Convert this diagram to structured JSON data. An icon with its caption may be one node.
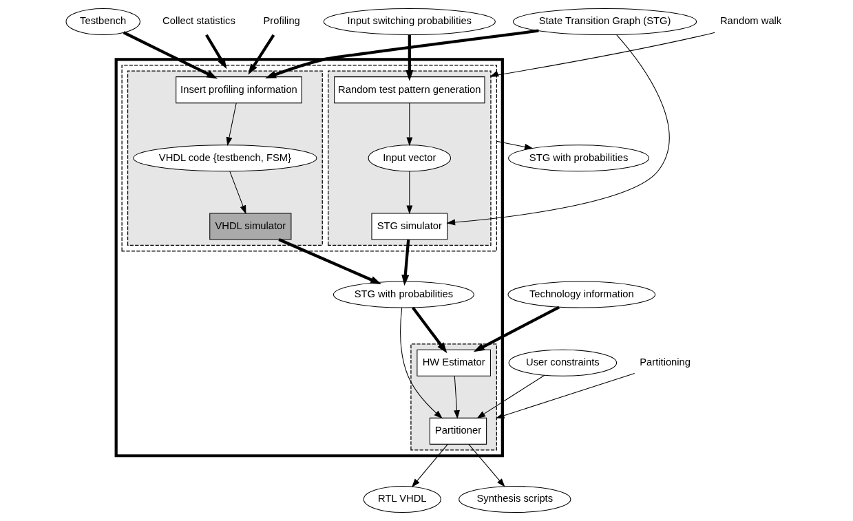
{
  "diagram": {
    "nodes": [
      {
        "text": [
          "Testbench"
        ]
      },
      {
        "text": [
          "State Transition Graph (STG)"
        ]
      },
      {
        "text": [
          "Input switching probabilities"
        ]
      },
      {
        "text": [],
        "shape": "box"
      },
      {
        "text": [],
        "shape": "box",
        "in": 3
      },
      {
        "text": [],
        "shape": "box",
        "in": 4
      },
      {
        "text": [
          "Insert profiling information"
        ],
        "in": 5
      },
      {
        "text": [
          "VHDL code {testbench, FSM}"
        ],
        "in": 5
      },
      {
        "text": [
          "VHDL simulator"
        ],
        "in": 5
      },
      {
        "text": [],
        "shape": "box",
        "in": 4
      },
      {
        "text": [
          "Random test pattern generation"
        ],
        "in": 9
      },
      {
        "text": [
          "Input vector"
        ],
        "in": 9
      },
      {
        "text": [
          "STG simulator"
        ],
        "in": 9
      },
      {
        "text": [
          "STG with probabilities"
        ],
        "in": 3
      },
      {
        "text": [],
        "shape": "box",
        "in": 3
      },
      {
        "text": [
          "Partitioner"
        ],
        "in": 14
      },
      {
        "text": [
          "HW Estimator"
        ],
        "in": 14
      },
      {
        "text": [
          "User constraints"
        ]
      },
      {
        "text": [
          "Technology information"
        ]
      },
      {
        "text": [
          "Collect statistics"
        ]
      },
      {
        "text": [
          "Profiling"
        ]
      },
      {
        "text": [
          "Random walk"
        ]
      },
      {
        "text": [
          "Partitioning"
        ]
      },
      {
        "text": [
          "STG with probabilities"
        ]
      },
      {
        "text": [
          "RTL VHDL"
        ]
      },
      {
        "text": [
          "Synthesis scripts"
        ]
      }
    ],
    "edges": [
      {
        "from": 0,
        "to": 6,
        "arrow": "to",
        "style": "thick"
      },
      {
        "from": 1,
        "to": 6,
        "arrow": "to",
        "style": "thick"
      },
      {
        "from": 1,
        "to": 12,
        "arrow": "to"
      },
      {
        "from": 2,
        "to": 10,
        "arrow": "to",
        "style": "thick"
      },
      {
        "from": 6,
        "to": 7,
        "arrow": "to"
      },
      {
        "from": 7,
        "to": 8,
        "arrow": "to"
      },
      {
        "from": 10,
        "to": 11,
        "arrow": "to"
      },
      {
        "from": 11,
        "to": 12,
        "arrow": "to"
      },
      {
        "from": 8,
        "to": 13,
        "arrow": "to",
        "style": "thick"
      },
      {
        "from": 12,
        "to": 13,
        "arrow": "to",
        "style": "thick"
      },
      {
        "from": 17,
        "to": 15,
        "arrow": "to"
      },
      {
        "from": 13,
        "to": 15,
        "arrow": "to"
      },
      {
        "from": 13,
        "to": 16,
        "arrow": "to",
        "style": "thick"
      },
      {
        "from": 18,
        "to": 16,
        "arrow": "to",
        "style": "thick"
      },
      {
        "from": 16,
        "to": 15,
        "arrow": "to"
      },
      {
        "from": 15,
        "to": 24,
        "arrow": "to"
      },
      {
        "from": 15,
        "to": 25,
        "arrow": "to"
      },
      {
        "from": 4,
        "to": 23,
        "arrow": "to"
      },
      {
        "from": 19,
        "to": 4,
        "arrow": "to",
        "style": "thick"
      },
      {
        "from": 20,
        "to": 5,
        "arrow": "to",
        "style": "thick"
      },
      {
        "from": 21,
        "to": 9,
        "arrow": "to"
      },
      {
        "from": 22,
        "to": 14,
        "arrow": "to"
      }
    ]
  }
}
